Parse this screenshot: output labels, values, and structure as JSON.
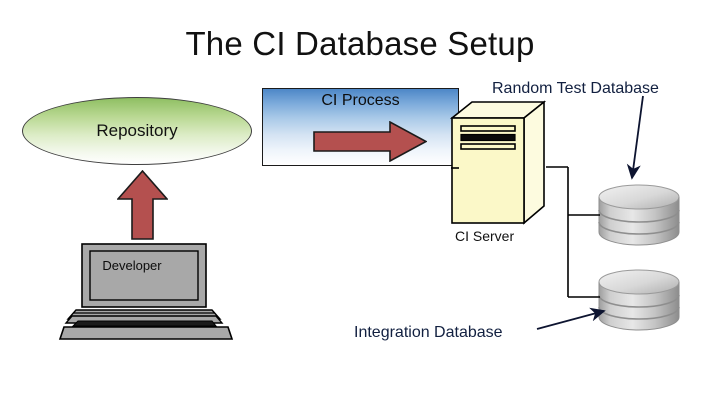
{
  "slide": {
    "title": "The CI Database Setup",
    "background_color": "#ffffff"
  },
  "nodes": {
    "repository": {
      "label": "Repository",
      "shape": "ellipse",
      "fill_top": "#8fbf63",
      "fill_bottom": "#ffffff",
      "stroke": "#3f3f3f"
    },
    "ci_process": {
      "label": "CI Process",
      "shape": "rectangle",
      "fill_top": "#4d87c7",
      "fill_bottom": "#ffffff",
      "stroke": "#1b1b1b",
      "arrow_color": "#b4504f",
      "arrow_stroke": "#1b1b1b",
      "arrow_direction": "right"
    },
    "ci_server": {
      "label": "CI Server",
      "shape": "server-tower-3d",
      "fill": "#fbf8c8",
      "fill_side": "#fdfbdf",
      "stroke": "#000000"
    },
    "developer": {
      "label": "Developer",
      "shape": "laptop",
      "fill": "#a8a8a8",
      "screen_fill": "#a8a8a8",
      "stroke": "#000000"
    },
    "random_test_database": {
      "label": "Random Test Database",
      "shape": "database-cylinder",
      "label_color": "#122040"
    },
    "integration_database": {
      "label": "Integration Database",
      "shape": "database-cylinder",
      "label_color": "#122040"
    }
  },
  "connectors": [
    {
      "name": "developer-to-repository",
      "style": "block-arrow-up",
      "color": "#b4504f"
    },
    {
      "name": "ci-process-to-ci-server",
      "style": "line",
      "color": "#000000"
    },
    {
      "name": "ci-server-to-databases",
      "style": "elbow-line",
      "color": "#000000"
    },
    {
      "name": "random-test-database-label-to-db",
      "style": "thin-arrow",
      "color": "#0d1430"
    },
    {
      "name": "integration-database-label-to-db",
      "style": "thin-arrow",
      "color": "#0d1430"
    }
  ]
}
